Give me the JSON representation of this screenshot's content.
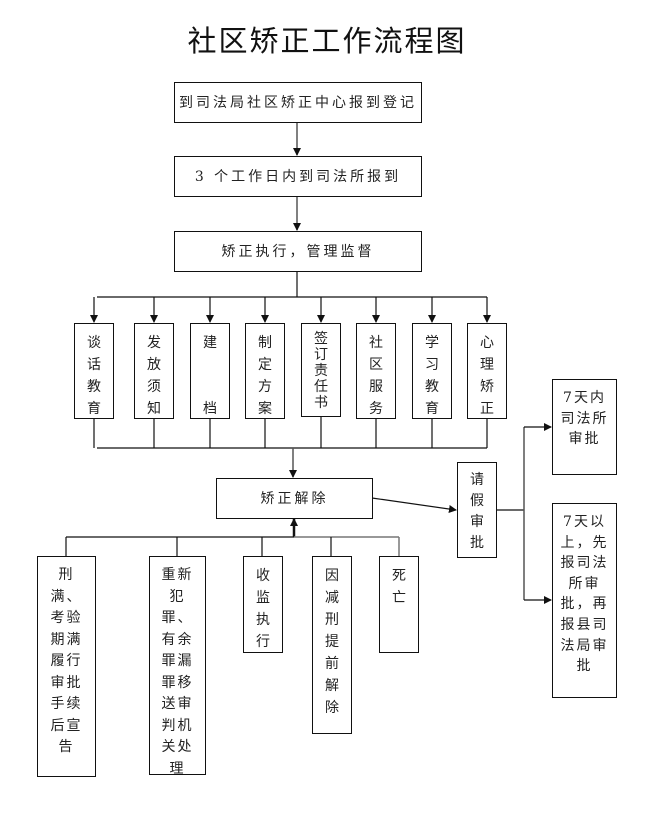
{
  "title": "社区矫正工作流程图",
  "steps": {
    "register": "到司法局社区矫正中心报到登记",
    "report": "3 个工作日内到司法所报到",
    "execute": "矫正执行，管理监督"
  },
  "activities": [
    {
      "label": "谈话教育",
      "chars": [
        "谈",
        "话",
        "教",
        "育"
      ]
    },
    {
      "label": "发放须知",
      "chars": [
        "发",
        "放",
        "须",
        "知"
      ]
    },
    {
      "label": "建档",
      "chars": [
        "建",
        "",
        "",
        "档"
      ]
    },
    {
      "label": "制定方案",
      "chars": [
        "制",
        "定",
        "方",
        "案"
      ]
    },
    {
      "label": "签订责任书",
      "chars": [
        "签",
        "订",
        "责",
        "任",
        "书"
      ]
    },
    {
      "label": "社区服务",
      "chars": [
        "社",
        "区",
        "服",
        "务"
      ]
    },
    {
      "label": "学习教育",
      "chars": [
        "学",
        "习",
        "教",
        "育"
      ]
    },
    {
      "label": "心理矫正",
      "chars": [
        "心",
        "理",
        "矫",
        "正"
      ]
    }
  ],
  "release": "矫正解除",
  "leave": {
    "label": "请假审批",
    "chars": [
      "请",
      "假",
      "审",
      "批"
    ],
    "within7": "7天内司法所审批",
    "over7": "7天以上，先报司法所审批，再报县司法局审批"
  },
  "reasons": [
    {
      "label": "刑满、考验期满履行审批手续后宣告",
      "lines": [
        "刑",
        "满、",
        "考验",
        "期满",
        "履行",
        "审批",
        "手续",
        "后宣",
        "告"
      ]
    },
    {
      "label": "重新犯罪、有余罪漏罪移送审判机关处理",
      "lines": [
        "重新",
        "犯",
        "罪、",
        "有余",
        "罪漏",
        "罪移",
        "送审",
        "判机",
        "关处",
        "理"
      ]
    },
    {
      "label": "收监执行",
      "lines": [
        "收",
        "监",
        "执",
        "行"
      ]
    },
    {
      "label": "因减刑提前解除",
      "lines": [
        "因",
        "减",
        "刑",
        "提",
        "前",
        "解",
        "除"
      ]
    },
    {
      "label": "死亡",
      "lines": [
        "死",
        "亡"
      ]
    }
  ],
  "colors": {
    "line": "#111111",
    "line_grey": "#666666",
    "text": "#222222"
  }
}
